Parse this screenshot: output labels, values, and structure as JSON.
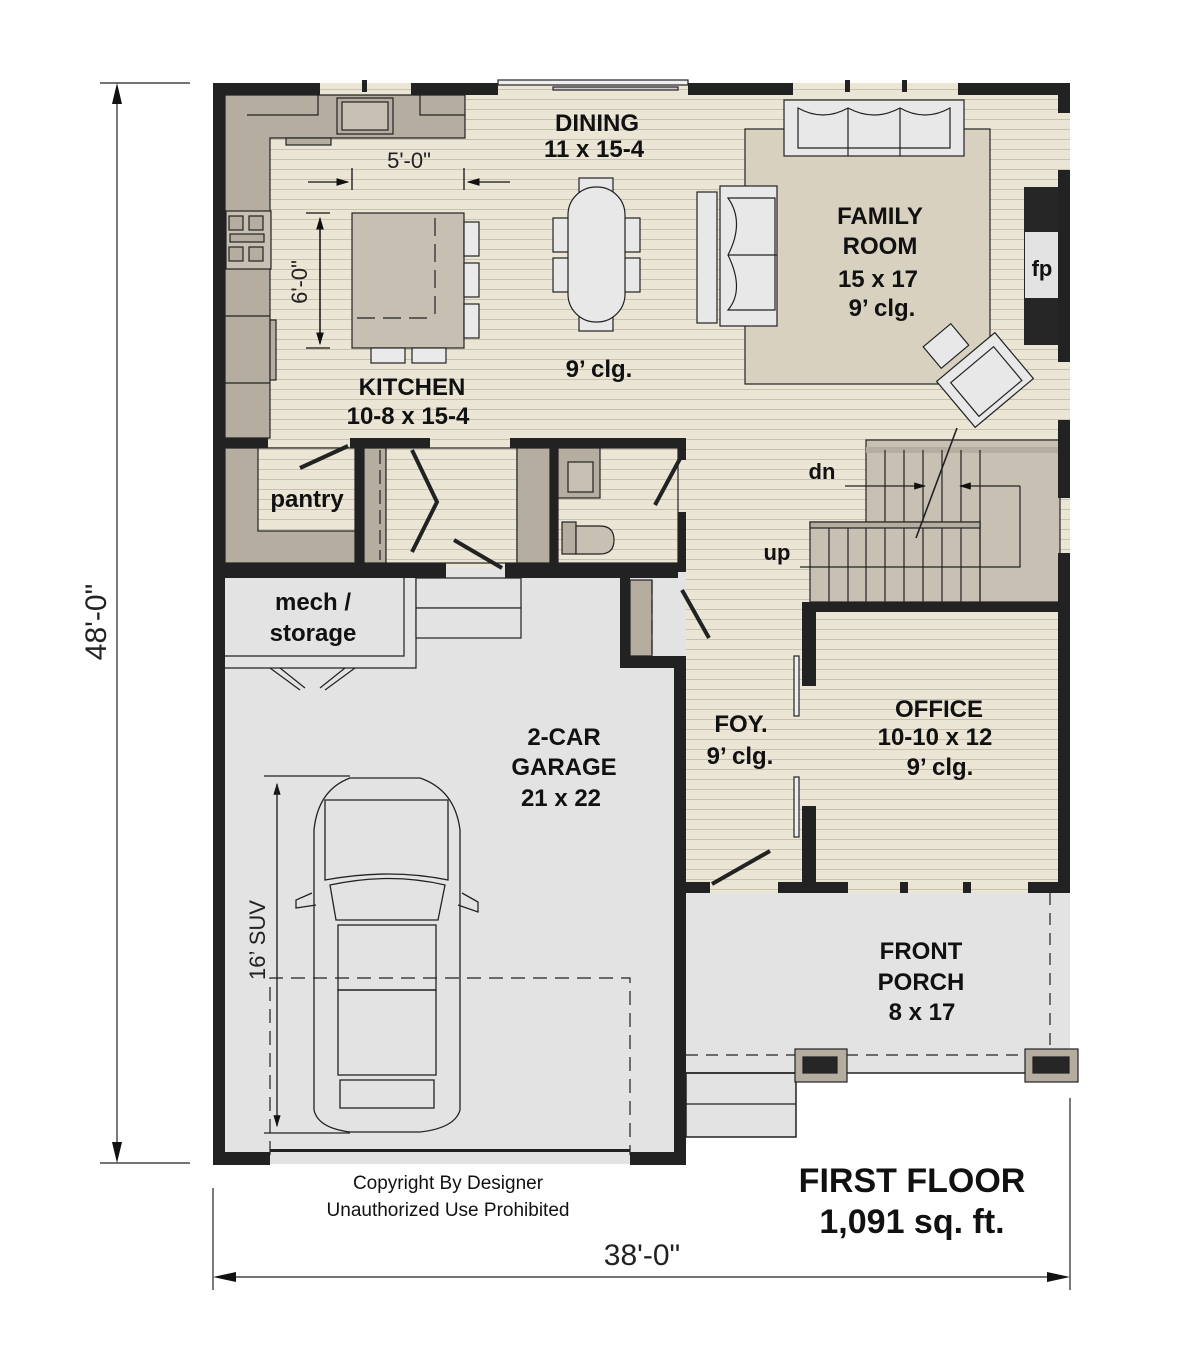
{
  "plan": {
    "title": "FIRST FLOOR",
    "area": "1,091 sq. ft.",
    "copyright_line1": "Copyright By Designer",
    "copyright_line2": "Unauthorized Use Prohibited",
    "overall_width": "38'-0\"",
    "overall_depth": "48'-0\""
  },
  "rooms": {
    "dining": {
      "name": "DINING",
      "size": "11 x 15-4"
    },
    "kitchen": {
      "name": "KITCHEN",
      "size": "10-8 x 15-4"
    },
    "kitchen_ceiling": "9’ clg.",
    "family": {
      "name_line1": "FAMILY",
      "name_line2": "ROOM",
      "size": "15 x 17",
      "ceiling": "9’ clg."
    },
    "fireplace": "fp",
    "pantry": "pantry",
    "mech": {
      "line1": "mech /",
      "line2": "storage"
    },
    "garage": {
      "line1": "2-CAR",
      "line2": "GARAGE",
      "size": "21 x 22"
    },
    "foyer": {
      "name": "FOY.",
      "ceiling": "9’ clg."
    },
    "office": {
      "name": "OFFICE",
      "size": "10-10 x 12",
      "ceiling": "9’ clg."
    },
    "porch": {
      "line1": "FRONT",
      "line2": "PORCH",
      "size": "8 x 17"
    }
  },
  "annotations": {
    "island_width": "5'-0\"",
    "island_depth": "6'-0\"",
    "stairs_down": "dn",
    "stairs_up": "up",
    "suv_length": "16’ SUV"
  },
  "colors": {
    "wall": "#222222",
    "floor": "#ebe5d6",
    "cabinet": "#b5ada0",
    "rug": "#d8d1bf",
    "garage": "#e3e3e3",
    "furniture": "#e8e8e8"
  }
}
